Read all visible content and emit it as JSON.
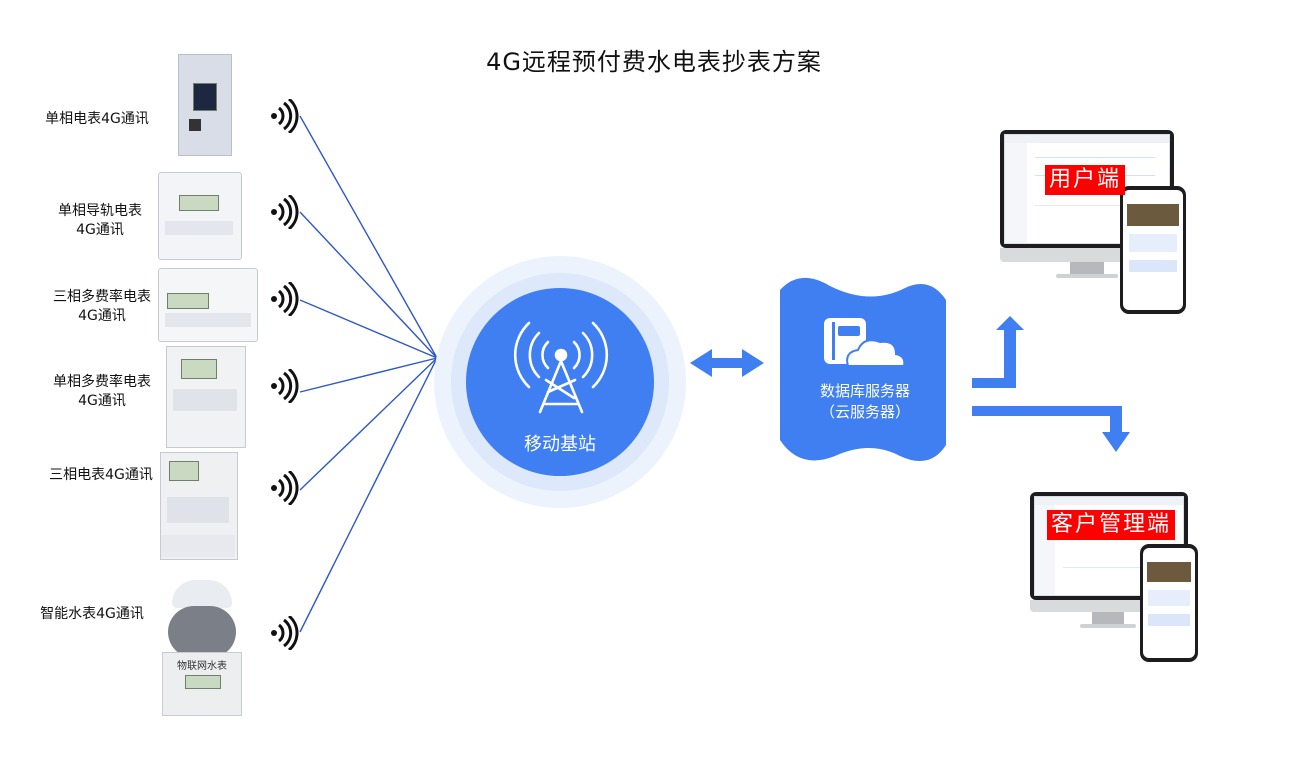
{
  "title": "4G远程预付费水电表抄表方案",
  "devices": [
    {
      "label_lines": [
        "单相电表4G通讯"
      ]
    },
    {
      "label_lines": [
        "单相导轨电表",
        "4G通讯"
      ]
    },
    {
      "label_lines": [
        "三相多费率电表",
        "4G通讯"
      ]
    },
    {
      "label_lines": [
        "单相多费率电表",
        "4G通讯"
      ]
    },
    {
      "label_lines": [
        "三相电表4G通讯"
      ]
    },
    {
      "label_lines": [
        "智能水表4G通讯"
      ]
    }
  ],
  "water_meter_plate": "物联网水表",
  "base_station": {
    "label": "移动基站"
  },
  "server": {
    "label_line1": "数据库服务器",
    "label_line2": "（云服务器）"
  },
  "clients": {
    "user": {
      "label": "用户端"
    },
    "admin": {
      "label": "客户管理端"
    }
  },
  "colors": {
    "accent_blue": "#3f7ff1",
    "line_blue": "#2d58c8",
    "label_red": "#ff0000"
  }
}
